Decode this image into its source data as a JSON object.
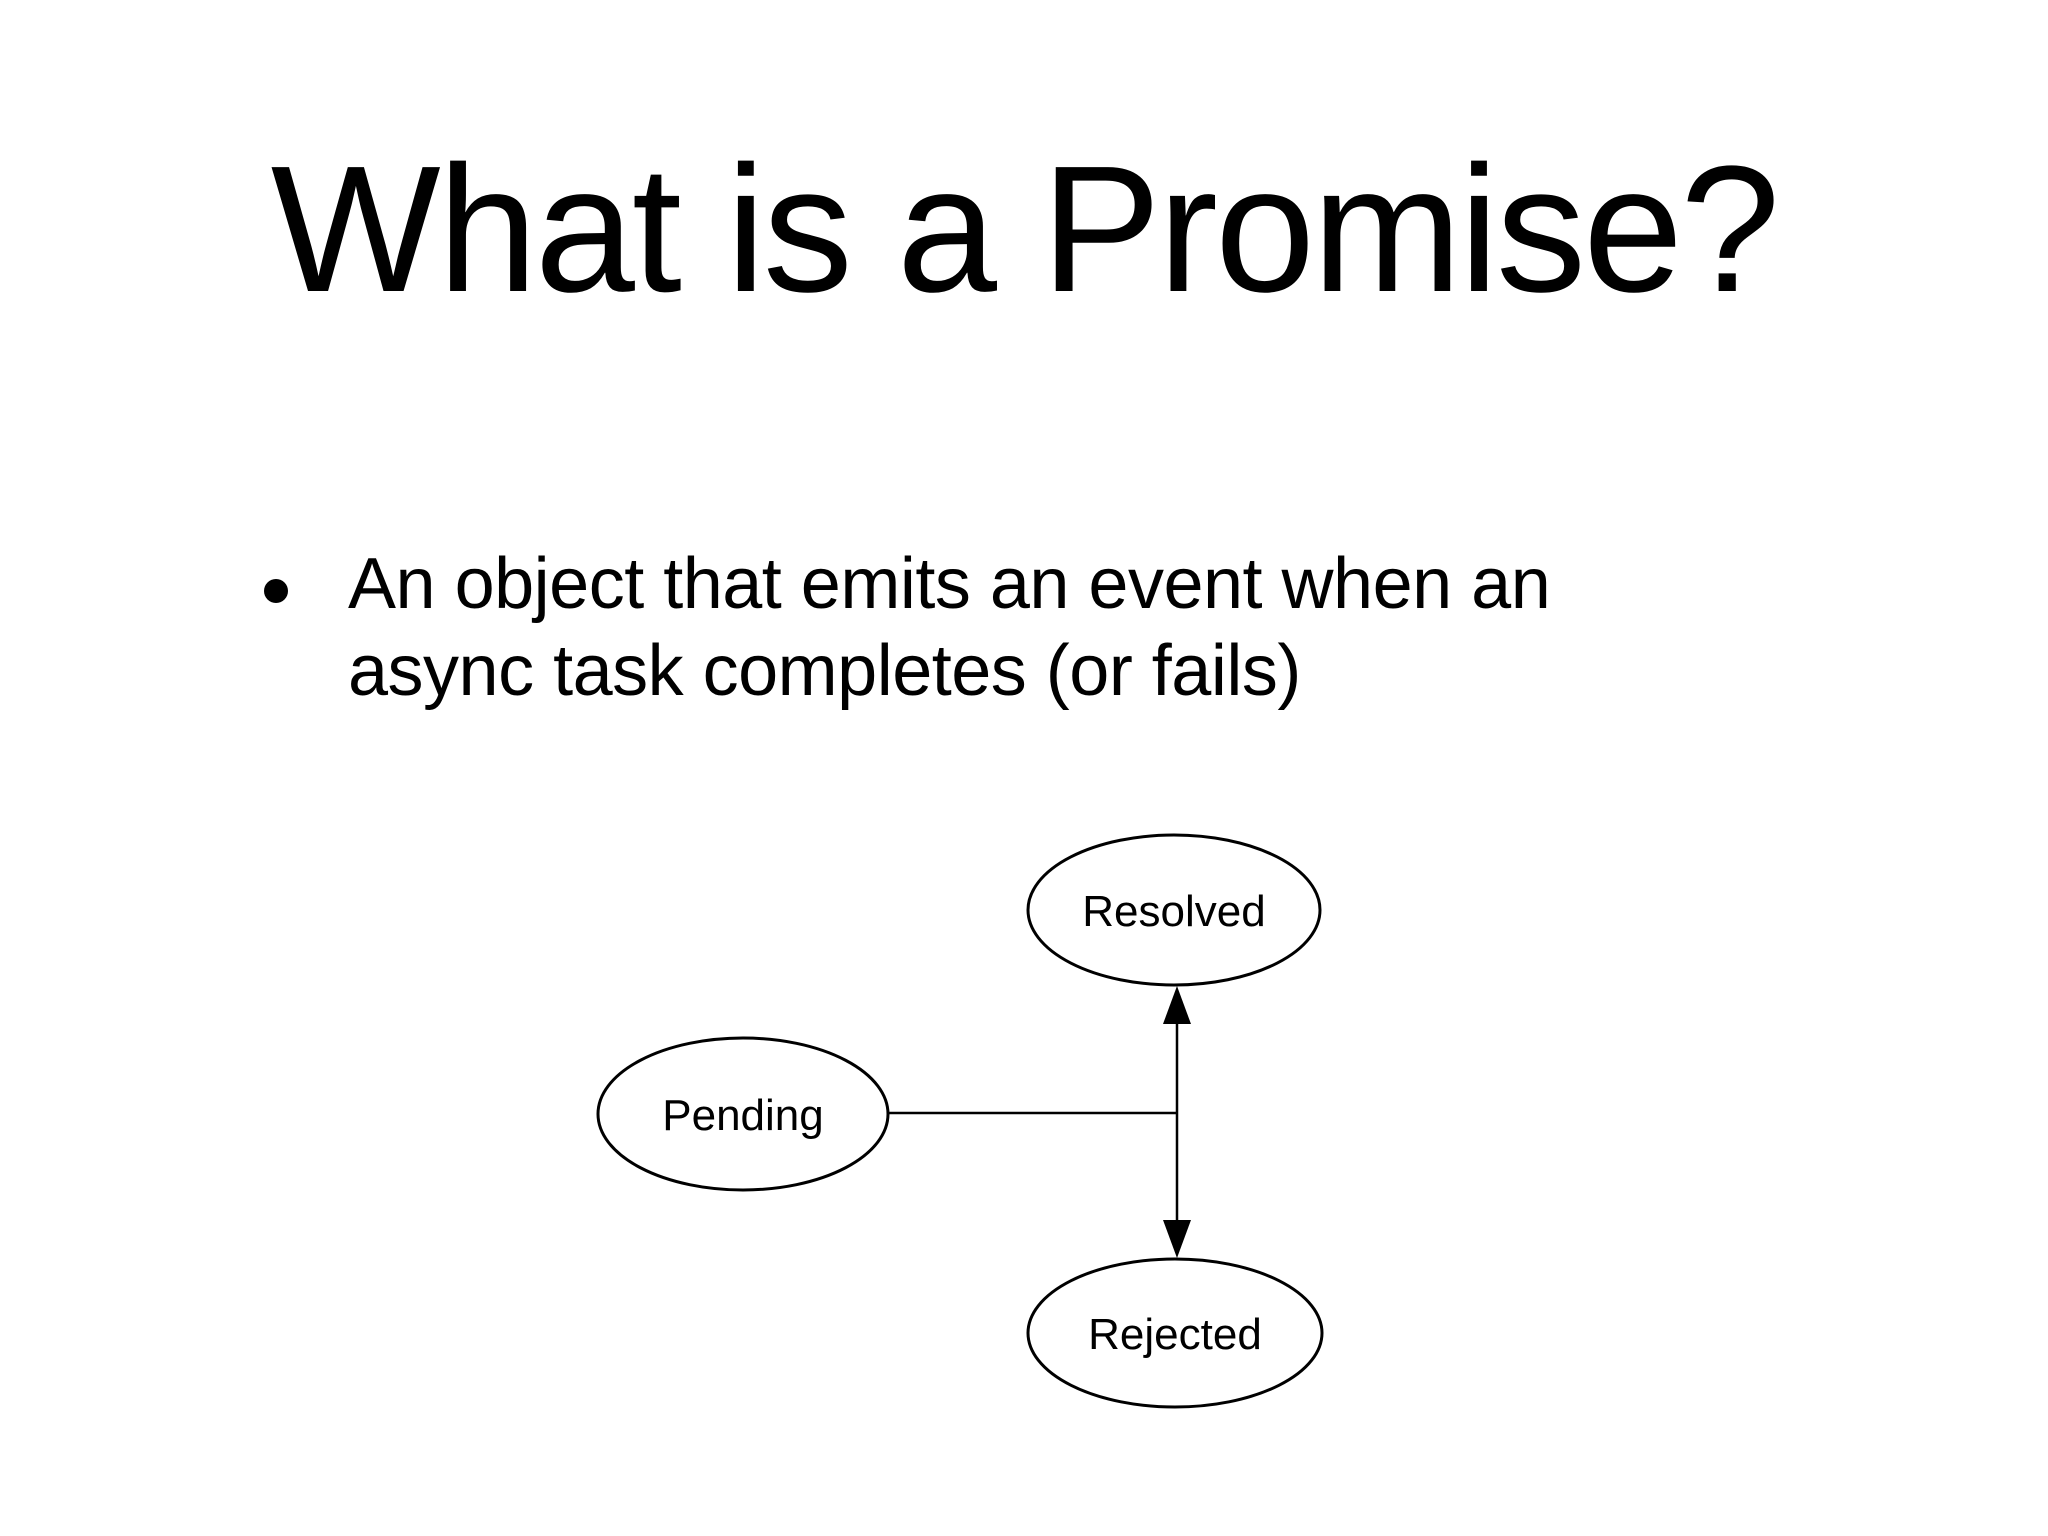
{
  "slide": {
    "title": "What is a Promise?",
    "bullet": {
      "marker": "•",
      "lines": [
        "An object that emits an event when an",
        "async task completes (or fails)"
      ]
    },
    "diagram": {
      "nodes": [
        {
          "id": "resolved",
          "label": "Resolved"
        },
        {
          "id": "pending",
          "label": "Pending"
        },
        {
          "id": "rejected",
          "label": "Rejected"
        }
      ],
      "edges": [
        {
          "from": "pending",
          "to": "junction",
          "style": "plain-line"
        },
        {
          "from": "junction",
          "to": "resolved",
          "style": "arrow"
        },
        {
          "from": "junction",
          "to": "rejected",
          "style": "arrow"
        }
      ]
    },
    "colors": {
      "background": "#ffffff",
      "ink": "#000000"
    }
  }
}
